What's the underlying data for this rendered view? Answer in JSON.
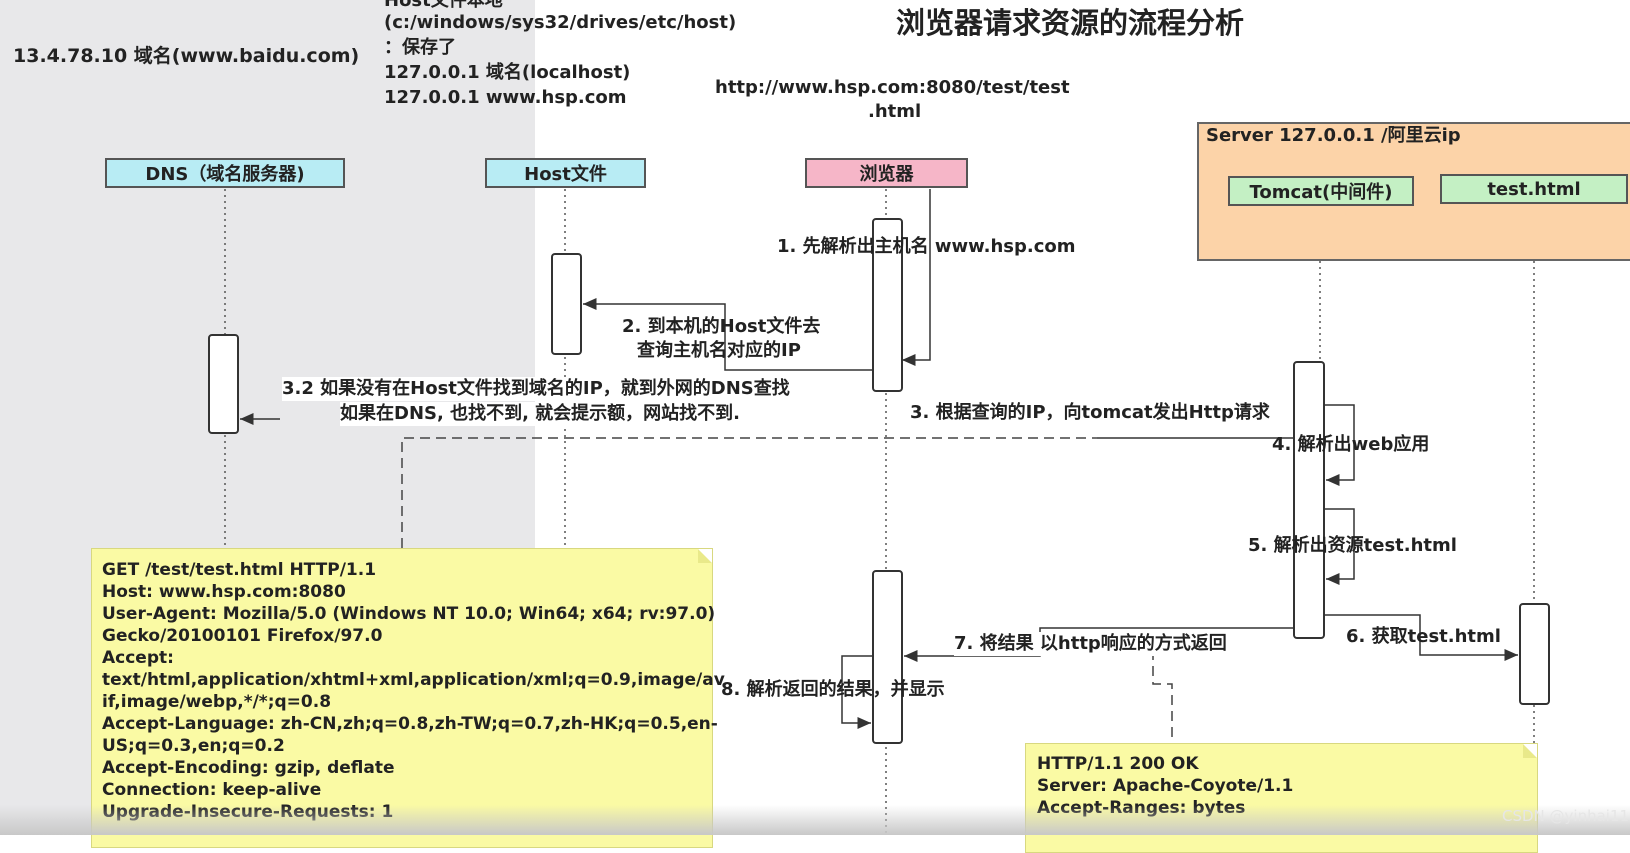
{
  "title": "浏览器请求资源的流程分析",
  "dns_ip_note": "13.4.78.10 域名(www.baidu.com)",
  "host_note": {
    "line0": "Host文件本地",
    "line1": "(c:/windows/sys32/drives/etc/host)",
    "line2": "：保存了",
    "line3": "127.0.0.1 域名(localhost)",
    "line4": "127.0.0.1 www.hsp.com"
  },
  "url": {
    "line1": "http://www.hsp.com:8080/test/test",
    "line2": ".html"
  },
  "server_label": "Server 127.0.0.1 /阿里云ip",
  "lifelines": {
    "dns": "DNS（域名服务器)",
    "host": "Host文件",
    "browser": "浏览器",
    "tomcat": "Tomcat(中间件)",
    "testhtml": "test.html"
  },
  "colors": {
    "dns_box": "#b8ecf4",
    "host_box": "#b8ecf4",
    "browser_box": "#f6b6c8",
    "server_box": "#fcd3a8",
    "tomcat_box": "#c4f0c4",
    "note": "#fafaa4"
  },
  "steps": {
    "s1": "1. 先解析出主机名 www.hsp.com",
    "s2a": "2. 到本机的Host文件去",
    "s2b": "查询主机名对应的IP",
    "s32a": "3.2 如果没有在Host文件找到域名的IP，就到外网的DNS查找",
    "s32b": "如果在DNS, 也找不到, 就会提示额，网站找不到.",
    "s3": "3. 根据查询的IP，向tomcat发出Http请求",
    "s4": "4. 解析出web应用",
    "s5": "5. 解析出资源test.html",
    "s6": "6. 获取test.html",
    "s7": "7. 将结果 以http响应的方式返回",
    "s8": "8. 解析返回的结果，并显示"
  },
  "request_note": [
    "GET /test/test.html HTTP/1.1",
    "Host: www.hsp.com:8080",
    "User-Agent: Mozilla/5.0 (Windows NT 10.0; Win64; x64; rv:97.0)",
    "Gecko/20100101 Firefox/97.0",
    "Accept:",
    "text/html,application/xhtml+xml,application/xml;q=0.9,image/av",
    "if,image/webp,*/*;q=0.8",
    "Accept-Language: zh-CN,zh;q=0.8,zh-TW;q=0.7,zh-HK;q=0.5,en-",
    "US;q=0.3,en;q=0.2",
    "Accept-Encoding: gzip, deflate",
    "Connection: keep-alive",
    "Upgrade-Insecure-Requests: 1"
  ],
  "response_note": [
    "HTTP/1.1 200 OK",
    "Server: Apache-Coyote/1.1",
    "Accept-Ranges: bytes"
  ],
  "watermark": "CSDN @yinhai1114"
}
